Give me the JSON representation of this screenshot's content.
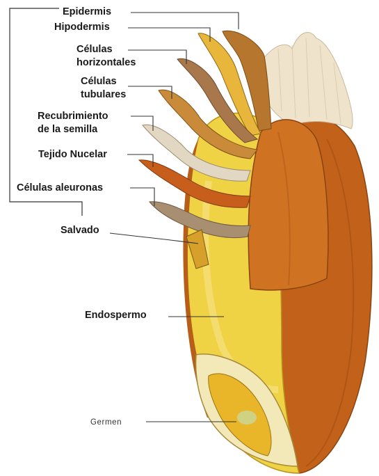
{
  "labels": {
    "epidermis": "Epidermis",
    "hipodermis": "Hipodermis",
    "celulas_horizontales_1": "Células",
    "celulas_horizontales_2": "horizontales",
    "celulas_tubulares_1": "Células",
    "celulas_tubulares_2": "tubulares",
    "recubrimiento_1": "Recubrimiento",
    "recubrimiento_2": "de la semilla",
    "tejido_nucelar": "Tejido Nucelar",
    "celulas_aleuronas": "Células aleuronas",
    "salvado": "Salvado",
    "endospermo": "Endospermo",
    "germen": "Germen"
  },
  "colors": {
    "pericarp": "#c86a1e",
    "pericarp_dark": "#9c4a10",
    "endosperm": "#f2d64a",
    "endosperm_light": "#f8eca0",
    "brush": "#f0e6d2",
    "line": "#333333"
  }
}
